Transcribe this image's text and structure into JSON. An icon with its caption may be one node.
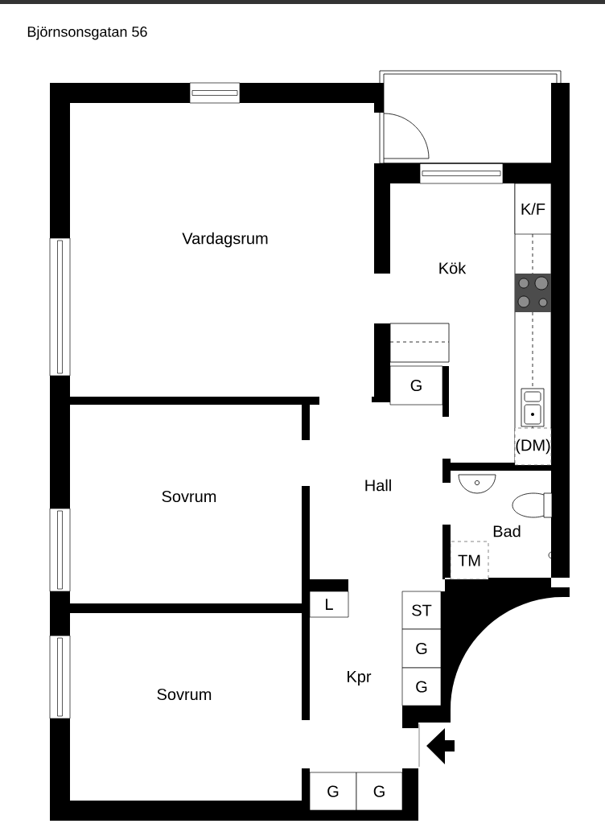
{
  "diagram": {
    "title": "Björnsonsgatan 56",
    "nodes": [
      {
        "text": [
          "K/F"
        ]
      },
      {
        "text": [
          "G"
        ]
      },
      {
        "text": [
          "(DM)"
        ]
      },
      {
        "text": [
          "TM"
        ]
      },
      {
        "text": [
          "L"
        ]
      },
      {
        "text": [
          "ST"
        ]
      },
      {
        "text": [
          "G"
        ]
      },
      {
        "text": [
          "G"
        ]
      },
      {
        "text": [
          "G"
        ]
      },
      {
        "text": [
          "G"
        ]
      }
    ],
    "labels": [
      "Vardagsrum",
      "Kök",
      "Hall",
      "Sovrum",
      "Bad",
      "Kpr",
      "Sovrum"
    ]
  }
}
